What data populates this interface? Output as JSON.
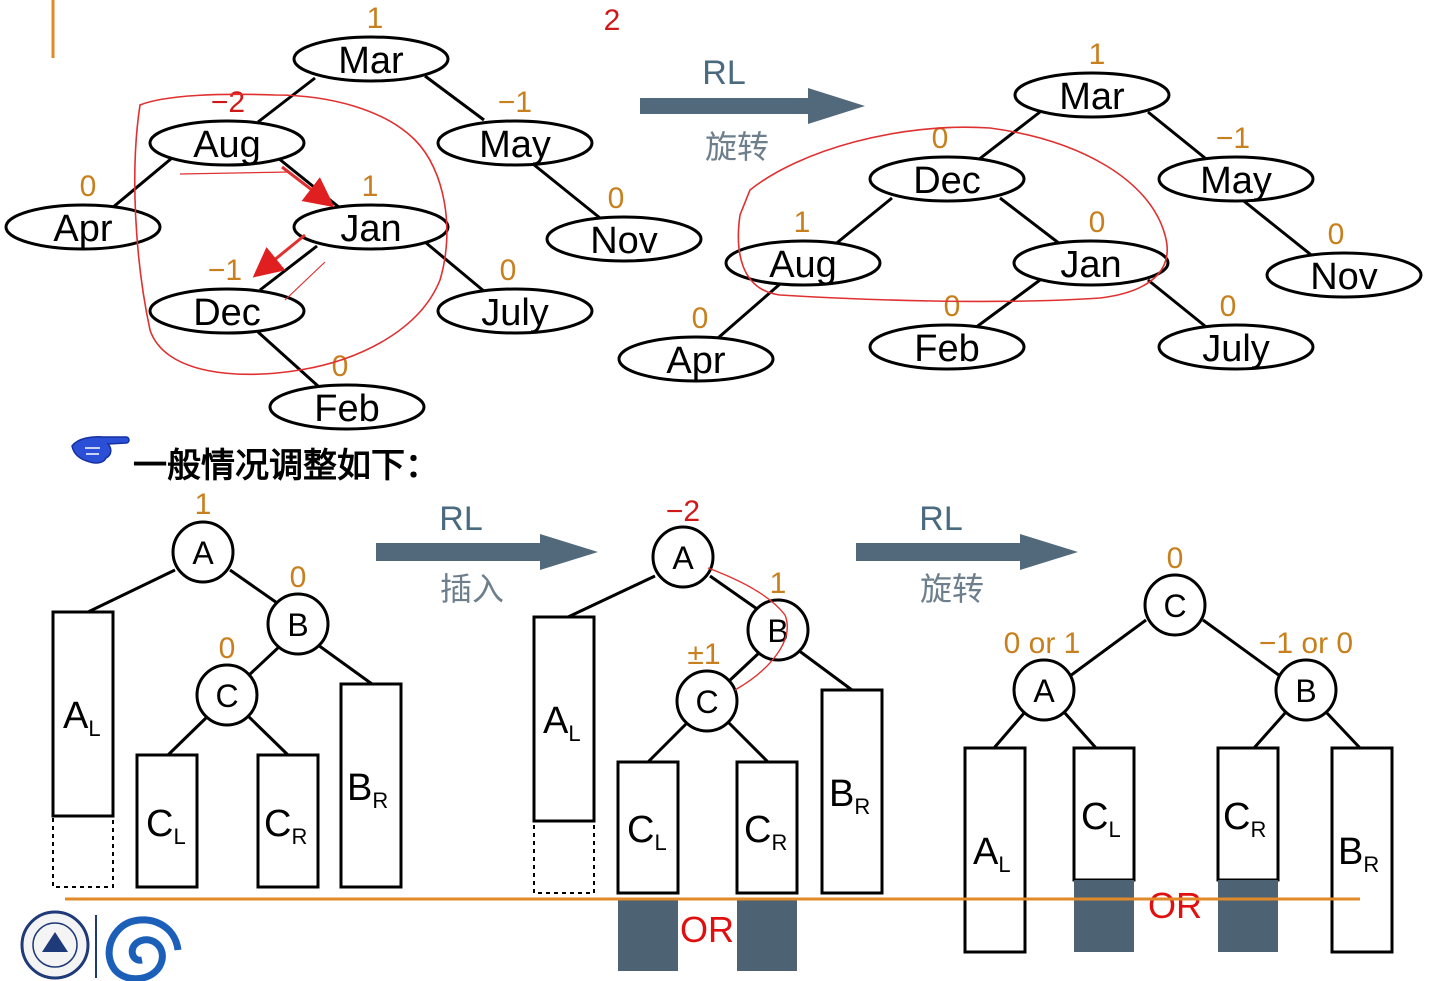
{
  "top": {
    "root_bf": "1",
    "imbalance_label": "2",
    "before_tree": {
      "mar": {
        "label": "Mar",
        "bf": "1"
      },
      "aug": {
        "label": "Aug",
        "bf": "−2"
      },
      "may": {
        "label": "May",
        "bf": "−1"
      },
      "apr": {
        "label": "Apr",
        "bf": "0"
      },
      "jan": {
        "label": "Jan",
        "bf": "1"
      },
      "nov": {
        "label": "Nov",
        "bf": "0"
      },
      "dec": {
        "label": "Dec",
        "bf": "−1"
      },
      "july": {
        "label": "July",
        "bf": "0"
      },
      "feb": {
        "label": "Feb",
        "bf": "0"
      }
    },
    "arrow": {
      "label": "RL",
      "sublabel": "旋转"
    },
    "after_tree": {
      "mar": {
        "label": "Mar",
        "bf": "1"
      },
      "dec": {
        "label": "Dec",
        "bf": "0"
      },
      "may": {
        "label": "May",
        "bf": "−1"
      },
      "aug": {
        "label": "Aug",
        "bf": "1"
      },
      "jan": {
        "label": "Jan",
        "bf": "0"
      },
      "nov": {
        "label": "Nov",
        "bf": "0"
      },
      "apr": {
        "label": "Apr",
        "bf": "0"
      },
      "feb": {
        "label": "Feb",
        "bf": "0"
      },
      "july": {
        "label": "July",
        "bf": "0"
      }
    }
  },
  "heading": "一般情况调整如下：",
  "bottom": {
    "s1": {
      "a": {
        "label": "A",
        "bf": "1"
      },
      "b": {
        "label": "B",
        "bf": "0"
      },
      "c": {
        "label": "C",
        "bf": "0"
      },
      "al": {
        "main": "A",
        "sub": "L"
      },
      "cl": {
        "main": "C",
        "sub": "L"
      },
      "cr": {
        "main": "C",
        "sub": "R"
      },
      "br": {
        "main": "B",
        "sub": "R"
      }
    },
    "arrow1": {
      "label": "RL",
      "sublabel": "插入"
    },
    "s2": {
      "a": {
        "label": "A",
        "bf": "−2"
      },
      "b": {
        "label": "B",
        "bf": "1"
      },
      "c": {
        "label": "C",
        "bf": "±1"
      },
      "al": {
        "main": "A",
        "sub": "L"
      },
      "cl": {
        "main": "C",
        "sub": "L"
      },
      "cr": {
        "main": "C",
        "sub": "R"
      },
      "br": {
        "main": "B",
        "sub": "R"
      },
      "or": "OR"
    },
    "arrow2": {
      "label": "RL",
      "sublabel": "旋转"
    },
    "s3": {
      "c": {
        "label": "C",
        "bf": "0"
      },
      "a": {
        "label": "A",
        "bf": "0 or 1"
      },
      "b": {
        "label": "B",
        "bf": "−1 or 0"
      },
      "al": {
        "main": "A",
        "sub": "L"
      },
      "cl": {
        "main": "C",
        "sub": "L"
      },
      "cr": {
        "main": "C",
        "sub": "R"
      },
      "br": {
        "main": "B",
        "sub": "R"
      },
      "or": "OR"
    }
  },
  "colors": {
    "arrow": "#51697a",
    "block": "#4d6272",
    "baseline": "#e08a2a",
    "balance": "#c8801e",
    "annotation": "#e03030"
  }
}
